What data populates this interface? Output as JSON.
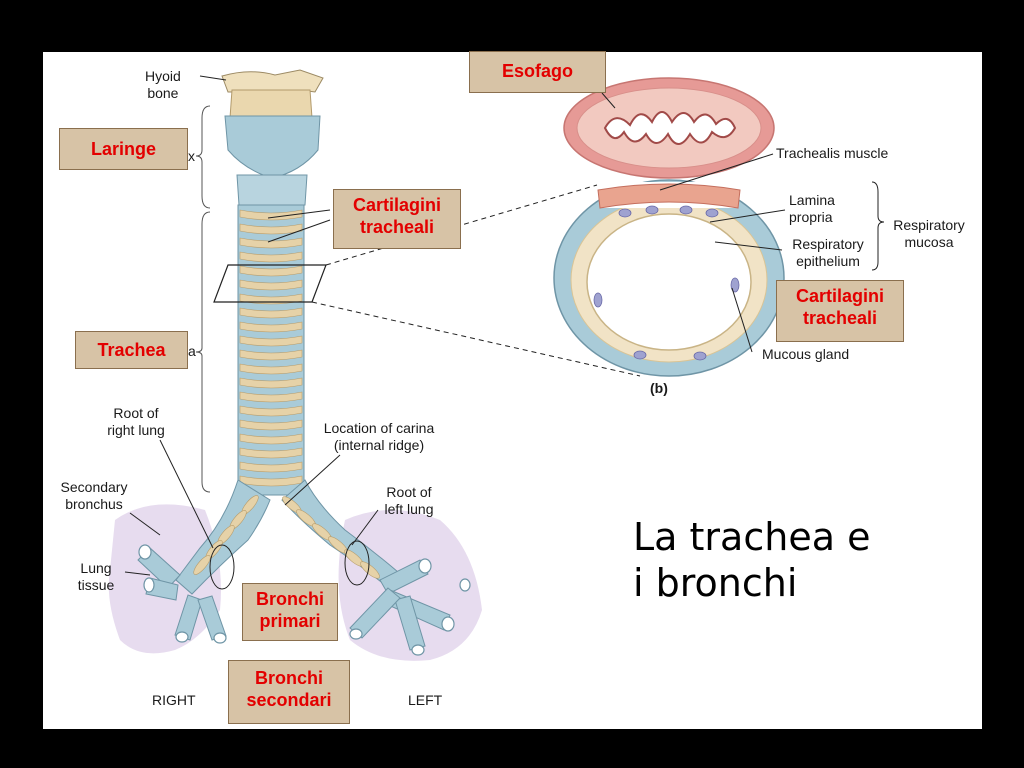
{
  "title_lines": [
    "La trachea e",
    "i bronchi"
  ],
  "labels": {
    "hyoid_line1": "Hyoid",
    "hyoid_line2": "bone",
    "x_mark": "x",
    "a_mark": "a",
    "root_right_line1": "Root of",
    "root_right_line2": "right lung",
    "secondary_bronchus_line1": "Secondary",
    "secondary_bronchus_line2": "bronchus",
    "lung_tissue_line1": "Lung",
    "lung_tissue_line2": "tissue",
    "carina_line1": "Location of carina",
    "carina_line2": "(internal ridge)",
    "root_left_line1": "Root of",
    "root_left_line2": "left lung",
    "right": "RIGHT",
    "left": "LEFT",
    "trachealis_muscle": "Trachealis muscle",
    "lamina_line1": "Lamina",
    "lamina_line2": "propria",
    "respiratory_epithelium_line1": "Respiratory",
    "respiratory_epithelium_line2": "epithelium",
    "respiratory_mucosa_line1": "Respiratory",
    "respiratory_mucosa_line2": "mucosa",
    "mucous_gland": "Mucous gland",
    "panel_b": "(b)"
  },
  "callouts": {
    "esofago": "Esofago",
    "laringe": "Laringe",
    "cartilagini1_line1": "Cartilagini",
    "cartilagini1_line2": "tracheali",
    "trachea": "Trachea",
    "cartilagini2_line1": "Cartilagini",
    "cartilagini2_line2": "tracheali",
    "bronchi_primari_line1": "Bronchi",
    "bronchi_primari_line2": "primari",
    "bronchi_secondari_line1": "Bronchi",
    "bronchi_secondari_line2": "secondari"
  },
  "colors": {
    "background": "#000000",
    "slide": "#ffffff",
    "callout_fill": "#d7c3a6",
    "callout_text": "#e30000",
    "cartilage": "#a9cbd8",
    "ring": "#e6d2a8",
    "lung": "#e7dcef",
    "esophagus": "#e69a96"
  }
}
